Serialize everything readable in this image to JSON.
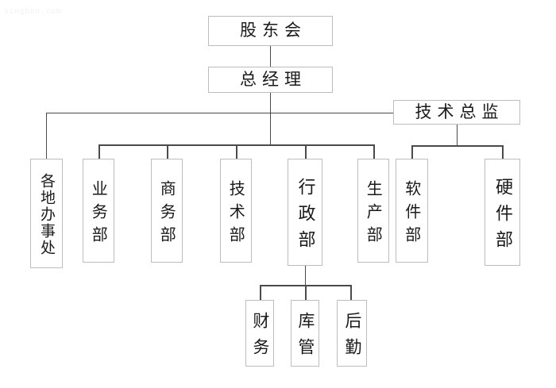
{
  "page": {
    "watermark": "singbon.com",
    "background_color": "#ffffff",
    "box_border_color": "#bdbdbd",
    "line_color": "#4a4a4a",
    "text_color": "#1a1a1a"
  },
  "chart_data": {
    "type": "diagram",
    "title": "",
    "nodes": [
      {
        "id": "shareholders",
        "label": "股东会",
        "orientation": "horizontal",
        "level": 0
      },
      {
        "id": "general_manager",
        "label": "总经理",
        "orientation": "horizontal",
        "level": 1
      },
      {
        "id": "tech_director",
        "label": "技术总监",
        "orientation": "horizontal",
        "level": 2
      },
      {
        "id": "local_offices",
        "label": "各地办事处",
        "orientation": "vertical",
        "level": 3
      },
      {
        "id": "business_dept",
        "label": "业务部",
        "orientation": "vertical",
        "level": 3
      },
      {
        "id": "commerce_dept",
        "label": "商务部",
        "orientation": "vertical",
        "level": 3
      },
      {
        "id": "tech_dept",
        "label": "技术部",
        "orientation": "vertical",
        "level": 3
      },
      {
        "id": "admin_dept",
        "label": "行政部",
        "orientation": "vertical",
        "level": 3
      },
      {
        "id": "production_dept",
        "label": "生产部",
        "orientation": "vertical",
        "level": 3
      },
      {
        "id": "software_dept",
        "label": "软件部",
        "orientation": "vertical",
        "level": 3
      },
      {
        "id": "hardware_dept",
        "label": "硬件部",
        "orientation": "vertical",
        "level": 3
      },
      {
        "id": "finance",
        "label": "财务",
        "orientation": "vertical",
        "level": 4
      },
      {
        "id": "warehouse",
        "label": "库管",
        "orientation": "vertical",
        "level": 4
      },
      {
        "id": "logistics",
        "label": "后勤",
        "orientation": "vertical",
        "level": 4
      }
    ],
    "edges": [
      {
        "from": "shareholders",
        "to": "general_manager"
      },
      {
        "from": "general_manager",
        "to": "tech_director"
      },
      {
        "from": "general_manager",
        "to": "local_offices"
      },
      {
        "from": "general_manager",
        "to": "business_dept"
      },
      {
        "from": "general_manager",
        "to": "commerce_dept"
      },
      {
        "from": "general_manager",
        "to": "tech_dept"
      },
      {
        "from": "general_manager",
        "to": "admin_dept"
      },
      {
        "from": "general_manager",
        "to": "production_dept"
      },
      {
        "from": "tech_director",
        "to": "software_dept"
      },
      {
        "from": "tech_director",
        "to": "hardware_dept"
      },
      {
        "from": "admin_dept",
        "to": "finance"
      },
      {
        "from": "admin_dept",
        "to": "warehouse"
      },
      {
        "from": "admin_dept",
        "to": "logistics"
      }
    ]
  }
}
